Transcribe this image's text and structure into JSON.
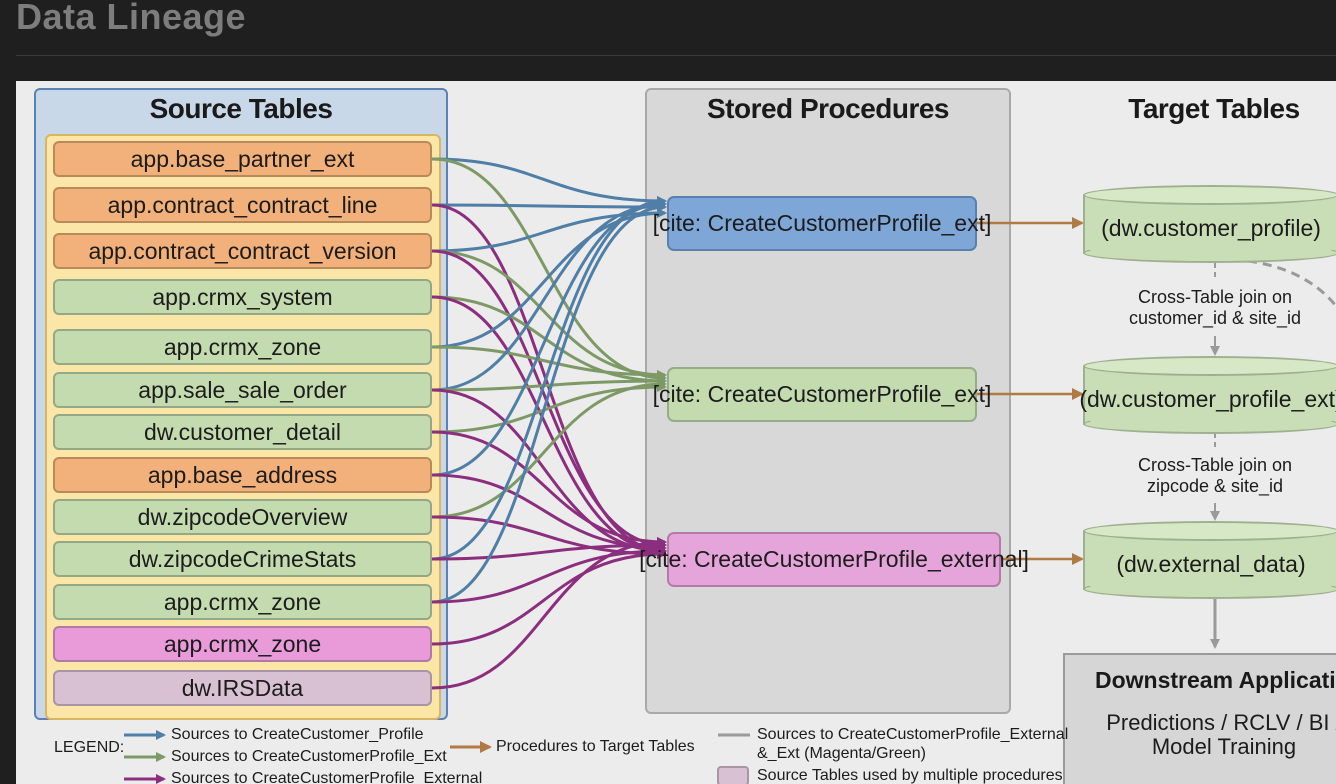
{
  "page": {
    "title": "Data Lineage"
  },
  "sections": {
    "source": "Source Tables",
    "procedures": "Stored Procedures",
    "targets": "Target Tables"
  },
  "source_tables": [
    "app.base_partner_ext",
    "app.contract_contract_line",
    "app.contract_contract_version",
    "app.crmx_system",
    "app.crmx_zone",
    "app.sale_sale_order",
    "dw.customer_detail",
    "app.base_address",
    "dw.zipcodeOverview",
    "dw.zipcodeCrimeStats",
    "app.crmx_zone",
    "app.crmx_zone",
    "dw.IRSData"
  ],
  "procedures": [
    "[cite: CreateCustomerProfile_ext]",
    "[cite: CreateCustomerProfile_ext]",
    "[cite: CreateCustomerProfile_external]"
  ],
  "targets": [
    "(dw.customer_profile)",
    "(dw.customer_profile_ext)",
    "(dw.external_data)"
  ],
  "joins": [
    {
      "line1": "Cross-Table join on",
      "line2": "customer_id & site_id"
    },
    {
      "line1": "Cross-Table join on",
      "line2": "zipcode & site_id"
    }
  ],
  "downstream": {
    "title": "Downstream Applications",
    "line1": "Predictions / RCLV / BI /",
    "line2": "Model Training"
  },
  "legend": {
    "label": "LEGEND:",
    "blue": "Sources to CreateCustomer_Profile",
    "green": "Sources to CreateCustomerProfile_Ext",
    "magenta": "Sources to CreateCustomerProfile_External",
    "orange": "Procedures to Target Tables",
    "gray_line1": "Sources to CreateCustomerProfile_External",
    "gray_line2": "&_Ext (Magenta/Green)",
    "mauve": "Source Tables used by multiple procedures"
  },
  "colors": {
    "blue": "#4f7ea6",
    "green": "#7d9a66",
    "magenta": "#8c2e7e",
    "orange": "#b07a45",
    "gray": "#9a9a9a"
  }
}
